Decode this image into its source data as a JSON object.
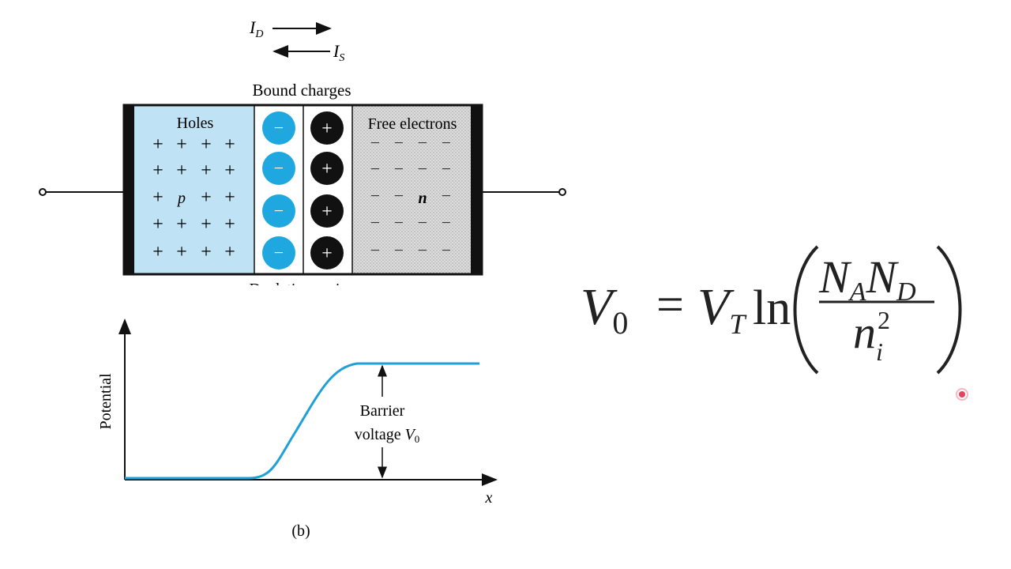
{
  "currents": {
    "drift": {
      "symbol": "I",
      "sub": "D"
    },
    "diffusion": {
      "symbol": "I",
      "sub": "S"
    }
  },
  "junction": {
    "bound_charges_label": "Bound charges",
    "holes_label": "Holes",
    "free_electrons_label": "Free electrons",
    "p_label": "p",
    "n_label": "n",
    "depletion_label": "Depletion region",
    "hole_sign": "+",
    "electron_sign": "−",
    "negative_ion_sign": "−",
    "positive_ion_sign": "+",
    "rows": 5,
    "ion_rows": 4
  },
  "potential_plot": {
    "ylabel": "Potential",
    "xlabel": "x",
    "barrier_label_line1": "Barrier",
    "barrier_label_line2": "voltage",
    "barrier_symbol": "V",
    "barrier_sub": "0",
    "caption": "(b)"
  },
  "formula": {
    "lhs": "V",
    "lhs_sub": "0",
    "equals": "=",
    "vt": "V",
    "vt_sub": "T",
    "ln": "ln",
    "num_a": "N",
    "num_a_sub": "A",
    "num_d": "N",
    "num_d_sub": "D",
    "den": "n",
    "den_sub": "i",
    "den_sup": "2"
  },
  "colors": {
    "p_region": "#bfe3f5",
    "n_region": "#d9d9d9",
    "negative_ion": "#1fa8e0",
    "positive_ion": "#111111",
    "curve": "#1fa0d8",
    "laser_dot": "#e0304a"
  }
}
